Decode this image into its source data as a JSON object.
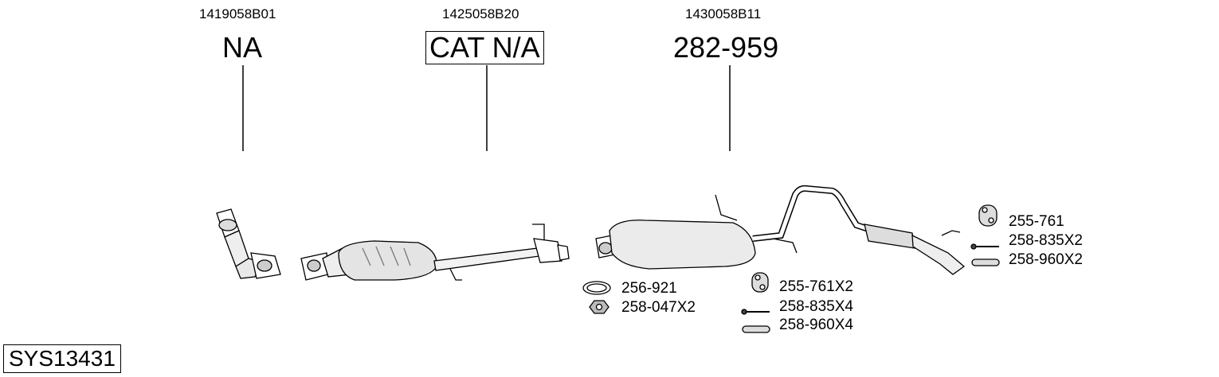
{
  "sections": [
    {
      "oe_number": "1419058B01",
      "part": "NA",
      "boxed": false
    },
    {
      "oe_number": "1425058B20",
      "part": "CAT N/A",
      "boxed": true
    },
    {
      "oe_number": "1430058B11",
      "part": "282-959",
      "boxed": false
    }
  ],
  "fittings": {
    "gasket": "256-921",
    "nut": "258-047X2",
    "rubber_mount_front": "255-761X2",
    "bolt_front": "258-835X4",
    "clamp_front": "258-960X4",
    "rubber_mount_rear": "255-761",
    "bolt_rear": "258-835X2",
    "clamp_rear": "258-960X2"
  },
  "system_code": "SYS13431"
}
